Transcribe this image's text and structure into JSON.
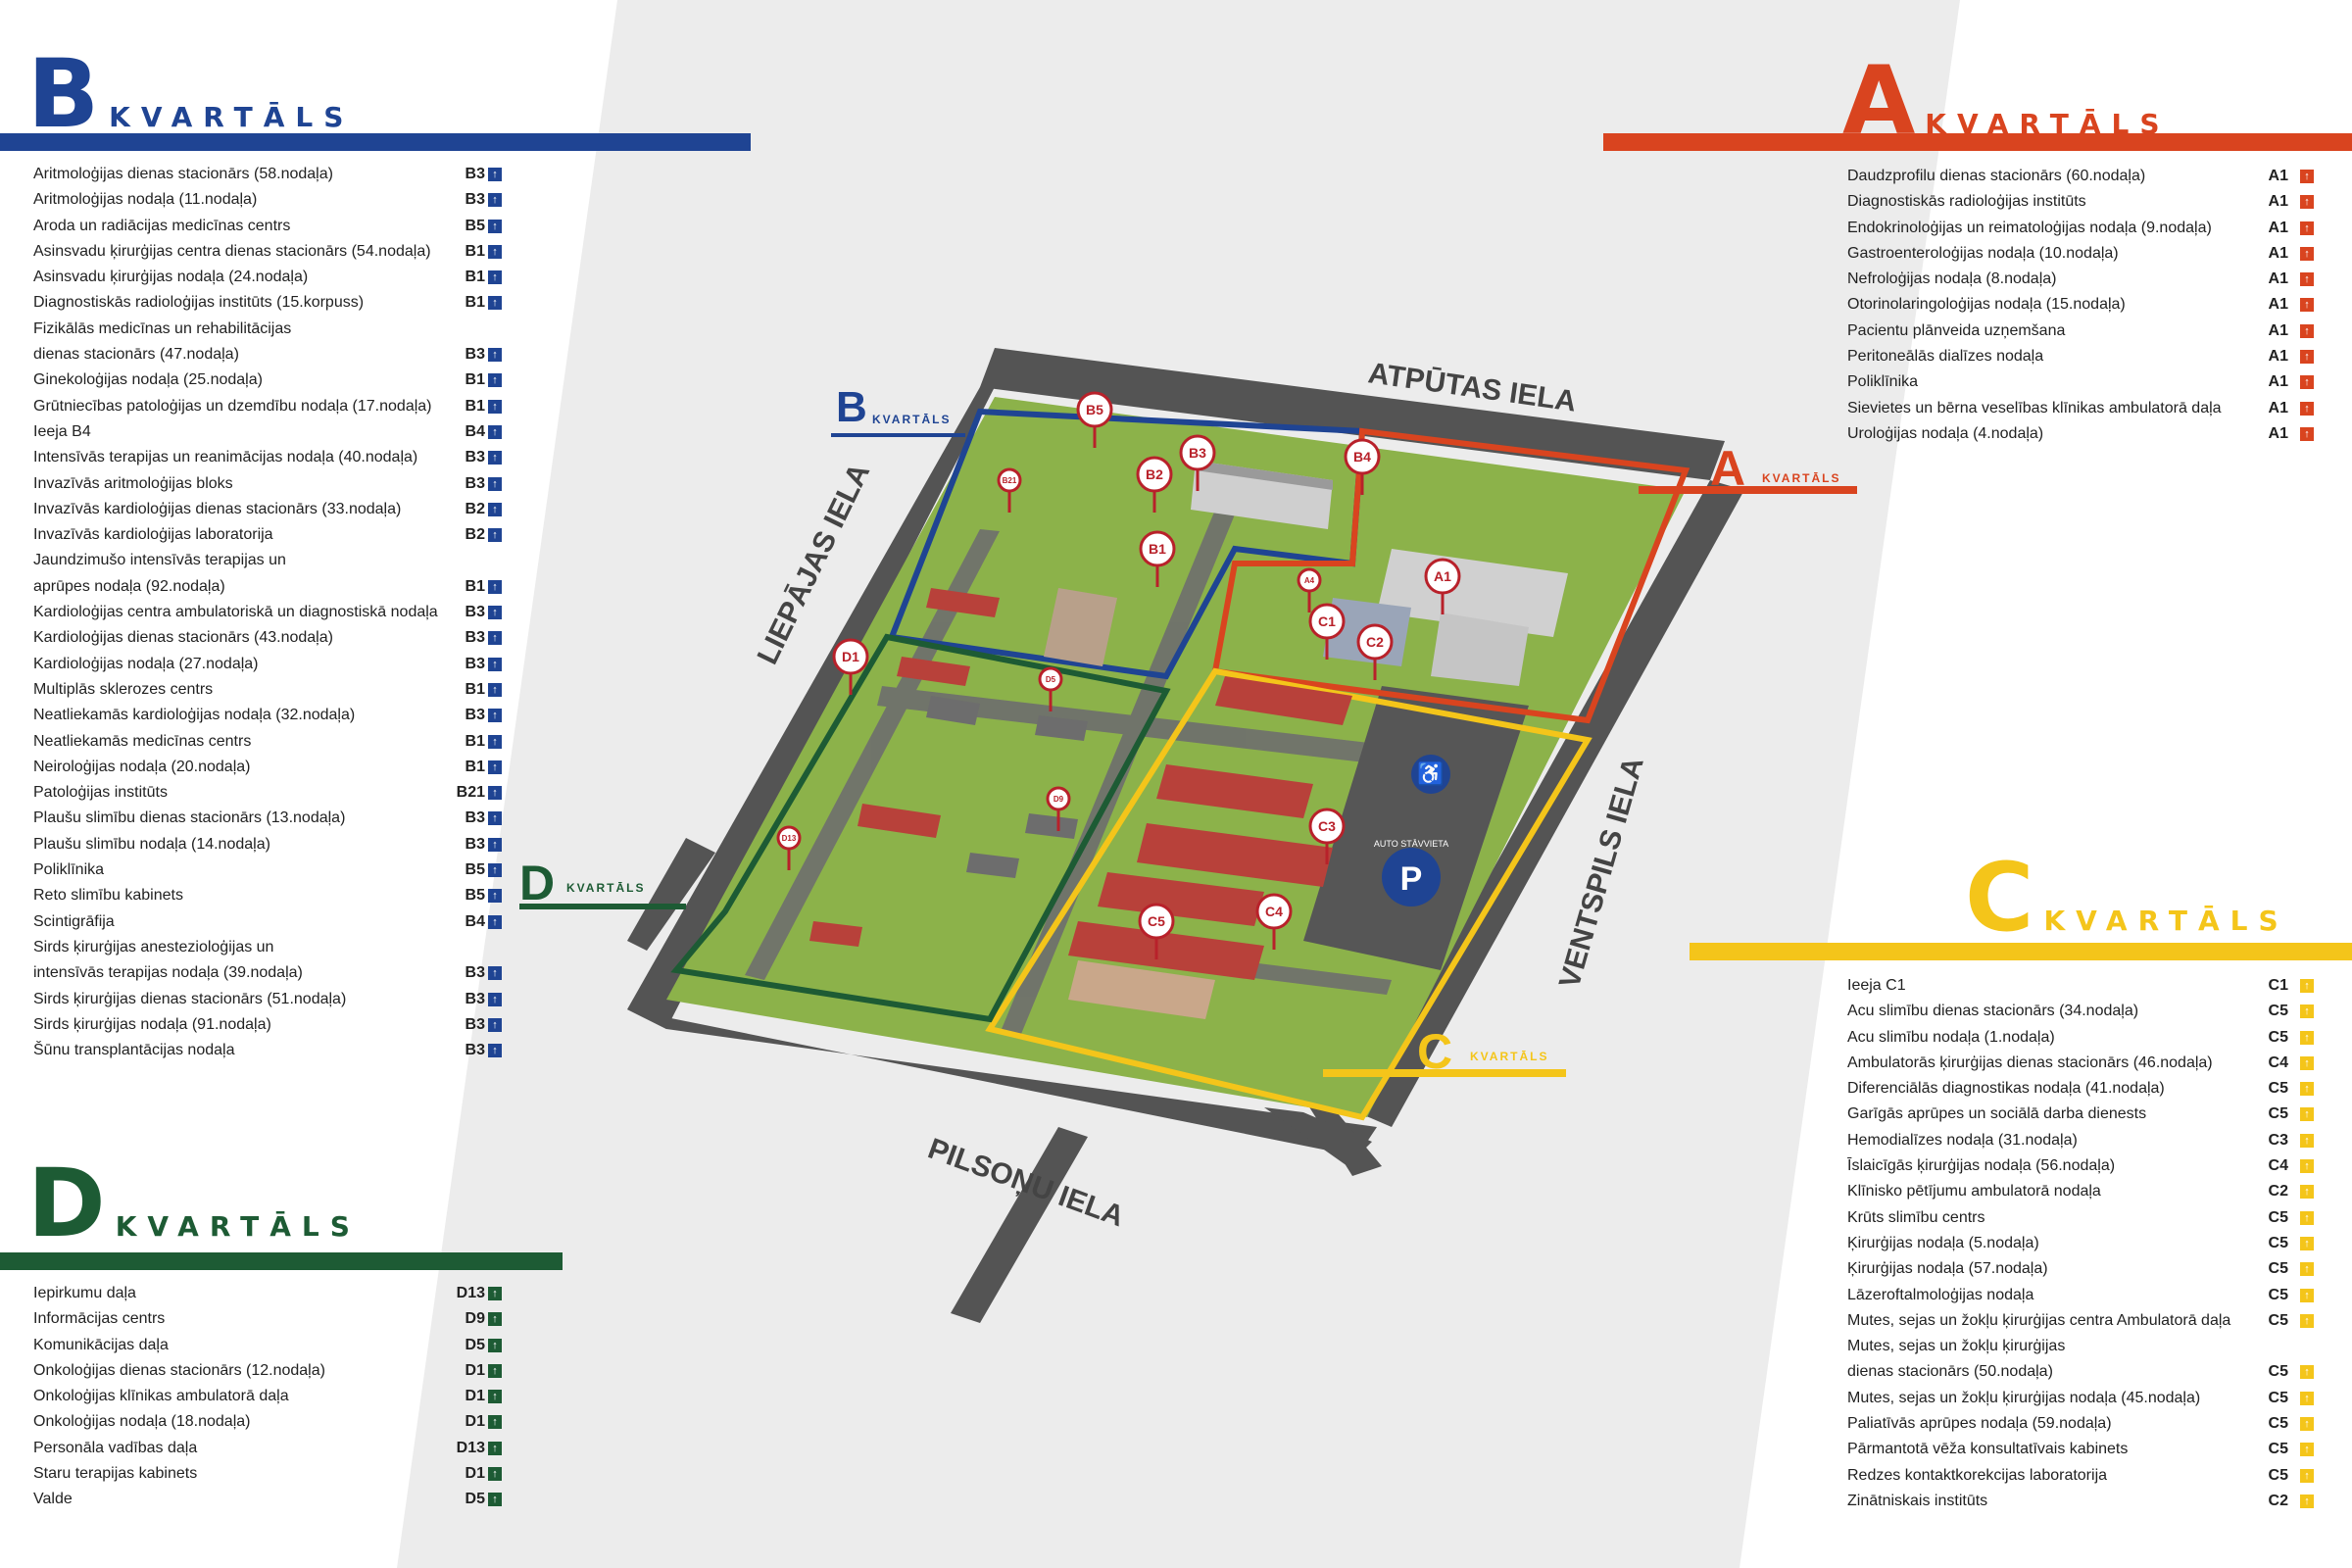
{
  "colors": {
    "A": "#d9441f",
    "B": "#1f4493",
    "C": "#f4c51a",
    "D": "#1d5b34",
    "text": "#222222",
    "band": "#ececec"
  },
  "icons": {
    "arrow": "arrow-up-icon",
    "parking": "parking-icon",
    "accessibility": "wheelchair-icon"
  },
  "B": {
    "letter": "B",
    "word": "KVARTĀLS",
    "items": [
      {
        "name": "Aritmoloģijas dienas stacionārs (58.nodaļa)",
        "code": "B3"
      },
      {
        "name": "Aritmoloģijas nodaļa (11.nodaļa)",
        "code": "B3"
      },
      {
        "name": "Aroda un radiācijas medicīnas centrs",
        "code": "B5"
      },
      {
        "name": "Asinsvadu ķirurģijas centra dienas stacionārs (54.nodaļa)",
        "code": "B1"
      },
      {
        "name": "Asinsvadu ķirurģijas nodaļa (24.nodaļa)",
        "code": "B1"
      },
      {
        "name": "Diagnostiskās radioloģijas institūts (15.korpuss)",
        "code": "B1"
      },
      {
        "name": "Fizikālās medicīnas un rehabilitācijas",
        "code": ""
      },
      {
        "name": "dienas stacionārs (47.nodaļa)",
        "code": "B3"
      },
      {
        "name": "Ginekoloģijas nodaļa (25.nodaļa)",
        "code": "B1"
      },
      {
        "name": "Grūtniecības patoloģijas un dzemdību nodaļa (17.nodaļa)",
        "code": "B1"
      },
      {
        "name": "Ieeja B4",
        "code": "B4"
      },
      {
        "name": "Intensīvās terapijas un reanimācijas nodaļa (40.nodaļa)",
        "code": "B3"
      },
      {
        "name": "Invazīvās aritmoloģijas bloks",
        "code": "B3"
      },
      {
        "name": "Invazīvās kardioloģijas dienas stacionārs (33.nodaļa)",
        "code": "B2"
      },
      {
        "name": "Invazīvās kardioloģijas laboratorija",
        "code": "B2"
      },
      {
        "name": "Jaundzimušo intensīvās terapijas un",
        "code": ""
      },
      {
        "name": "aprūpes nodaļa (92.nodaļa)",
        "code": "B1"
      },
      {
        "name": "Kardioloģijas centra ambulatoriskā un diagnostiskā nodaļa",
        "code": "B3"
      },
      {
        "name": "Kardioloģijas dienas stacionārs (43.nodaļa)",
        "code": "B3"
      },
      {
        "name": "Kardioloģijas nodaļa (27.nodaļa)",
        "code": "B3"
      },
      {
        "name": "Multiplās sklerozes centrs",
        "code": "B1"
      },
      {
        "name": "Neatliekamās kardioloģijas nodaļa (32.nodaļa)",
        "code": "B3"
      },
      {
        "name": "Neatliekamās medicīnas centrs",
        "code": "B1"
      },
      {
        "name": "Neiroloģijas nodaļa (20.nodaļa)",
        "code": "B1"
      },
      {
        "name": "Patoloģijas institūts",
        "code": "B21"
      },
      {
        "name": "Plaušu slimību dienas stacionārs (13.nodaļa)",
        "code": "B3"
      },
      {
        "name": "Plaušu slimību nodaļa (14.nodaļa)",
        "code": "B3"
      },
      {
        "name": "Poliklīnika",
        "code": "B5"
      },
      {
        "name": "Reto slimību kabinets",
        "code": "B5"
      },
      {
        "name": "Scintigrāfija",
        "code": "B4"
      },
      {
        "name": "Sirds ķirurģijas anestezioloģijas un",
        "code": ""
      },
      {
        "name": "intensīvās terapijas nodaļa (39.nodaļa)",
        "code": "B3"
      },
      {
        "name": "Sirds ķirurģijas dienas stacionārs (51.nodaļa)",
        "code": "B3"
      },
      {
        "name": "Sirds ķirurģijas nodaļa (91.nodaļa)",
        "code": "B3"
      },
      {
        "name": "Šūnu transplantācijas nodaļa",
        "code": "B3"
      }
    ]
  },
  "A": {
    "letter": "A",
    "word": "KVARTĀLS",
    "items": [
      {
        "name": "Daudzprofilu dienas stacionārs (60.nodaļa)",
        "code": "A1"
      },
      {
        "name": "Diagnostiskās radioloģijas institūts",
        "code": "A1"
      },
      {
        "name": "Endokrinoloģijas un reimatoloģijas nodaļa (9.nodaļa)",
        "code": "A1"
      },
      {
        "name": "Gastroenteroloģijas nodaļa (10.nodaļa)",
        "code": "A1"
      },
      {
        "name": "Nefroloģijas nodaļa (8.nodaļa)",
        "code": "A1"
      },
      {
        "name": "Otorinolaringoloģijas nodaļa (15.nodaļa)",
        "code": "A1"
      },
      {
        "name": "Pacientu plānveida uzņemšana",
        "code": "A1"
      },
      {
        "name": "Peritoneālās dialīzes nodaļa",
        "code": "A1"
      },
      {
        "name": "Poliklīnika",
        "code": "A1"
      },
      {
        "name": "Sievietes un bērna veselības klīnikas ambulatorā daļa",
        "code": "A1"
      },
      {
        "name": "Uroloģijas nodaļa (4.nodaļa)",
        "code": "A1"
      }
    ]
  },
  "C": {
    "letter": "C",
    "word": "KVARTĀLS",
    "items": [
      {
        "name": "Ieeja C1",
        "code": "C1"
      },
      {
        "name": "Acu slimību dienas stacionārs (34.nodaļa)",
        "code": "C5"
      },
      {
        "name": "Acu slimību nodaļa (1.nodaļa)",
        "code": "C5"
      },
      {
        "name": "Ambulatorās ķirurģijas dienas stacionārs (46.nodaļa)",
        "code": "C4"
      },
      {
        "name": "Diferenciālās diagnostikas nodaļa (41.nodaļa)",
        "code": "C5"
      },
      {
        "name": "Garīgās aprūpes un sociālā darba dienests",
        "code": "C5"
      },
      {
        "name": "Hemodialīzes nodaļa (31.nodaļa)",
        "code": "C3"
      },
      {
        "name": "Īslaicīgās ķirurģijas nodaļa (56.nodaļa)",
        "code": "C4"
      },
      {
        "name": "Klīnisko pētījumu ambulatorā nodaļa",
        "code": "C2"
      },
      {
        "name": "Krūts slimību centrs",
        "code": "C5"
      },
      {
        "name": "Ķirurģijas nodaļa (5.nodaļa)",
        "code": "C5"
      },
      {
        "name": "Ķirurģijas nodaļa (57.nodaļa)",
        "code": "C5"
      },
      {
        "name": "Lāzeroftalmoloģijas nodaļa",
        "code": "C5"
      },
      {
        "name": "Mutes, sejas un žokļu ķirurģijas centra Ambulatorā daļa",
        "code": "C5"
      },
      {
        "name": "Mutes, sejas un žokļu ķirurģijas",
        "code": ""
      },
      {
        "name": "dienas stacionārs (50.nodaļa)",
        "code": "C5"
      },
      {
        "name": "Mutes, sejas un žokļu ķirurģijas nodaļa (45.nodaļa)",
        "code": "C5"
      },
      {
        "name": "Paliatīvās aprūpes nodaļa (59.nodaļa)",
        "code": "C5"
      },
      {
        "name": "Pārmantotā vēža konsultatīvais kabinets",
        "code": "C5"
      },
      {
        "name": "Redzes kontaktkorekcijas laboratorija",
        "code": "C5"
      },
      {
        "name": "Zinātniskais institūts",
        "code": "C2"
      }
    ]
  },
  "D": {
    "letter": "D",
    "word": "KVARTĀLS",
    "items": [
      {
        "name": "Iepirkumu daļa",
        "code": "D13"
      },
      {
        "name": "Informācijas centrs",
        "code": "D9"
      },
      {
        "name": "Komunikācijas daļa",
        "code": "D5"
      },
      {
        "name": "Onkoloģijas dienas stacionārs (12.nodaļa)",
        "code": "D1"
      },
      {
        "name": "Onkoloģijas klīnikas ambulatorā daļa",
        "code": "D1"
      },
      {
        "name": "Onkoloģijas nodaļa (18.nodaļa)",
        "code": "D1"
      },
      {
        "name": "Personāla vadības daļa",
        "code": "D13"
      },
      {
        "name": "Staru terapijas kabinets",
        "code": "D1"
      },
      {
        "name": "Valde",
        "code": "D5"
      }
    ]
  },
  "map": {
    "streets": {
      "top": "ATPŪTAS IELA",
      "left": "LIEPĀJAS IELA",
      "right": "VENTSPILS IELA",
      "bottom": "PILSOŅU IELA"
    },
    "parking_label": "AUTO STĀVVIETA",
    "parking_letter": "P",
    "markers": [
      "B5",
      "B3",
      "B4",
      "B2",
      "B1",
      "B21",
      "A4",
      "A1",
      "C1",
      "C2",
      "C3",
      "C4",
      "C5",
      "D1",
      "D5",
      "D9",
      "D13"
    ],
    "quarter_letters": [
      "B",
      "A",
      "C",
      "D"
    ],
    "quarter_word": "KVARTĀLS"
  }
}
